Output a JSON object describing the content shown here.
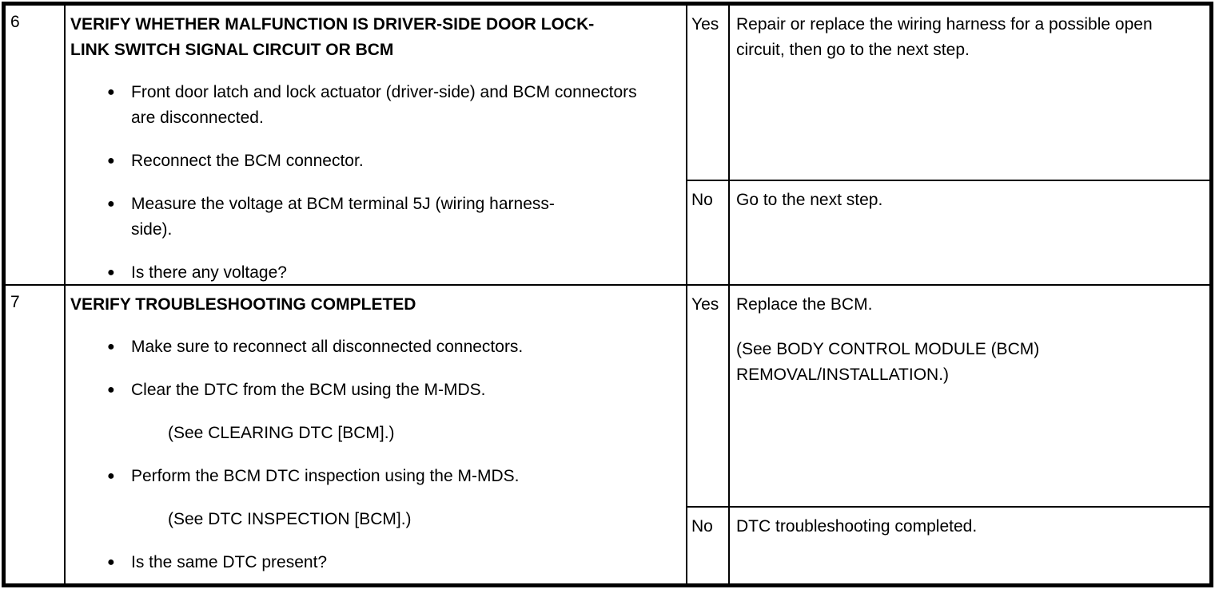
{
  "bullet_glyph": "●",
  "table": {
    "rows": [
      {
        "step": "6",
        "action": {
          "title": "VERIFY WHETHER MALFUNCTION IS DRIVER-SIDE DOOR LOCK-LINK SWITCH SIGNAL CIRCUIT OR BCM",
          "items": [
            {
              "type": "bullet",
              "text": "Front door latch and lock actuator (driver-side) and BCM connectors are disconnected."
            },
            {
              "type": "bullet",
              "text": "Reconnect the BCM connector."
            },
            {
              "type": "bullet",
              "text": "Measure the voltage at BCM terminal 5J (wiring harness-side)."
            },
            {
              "type": "bullet",
              "text": "Is there any voltage?"
            }
          ]
        },
        "branches": [
          {
            "flag": "Yes",
            "result_paragraphs": [
              "Repair or replace the wiring harness for a possible open circuit, then go to the next step."
            ]
          },
          {
            "flag": "No",
            "result_paragraphs": [
              "Go to the next step."
            ]
          }
        ]
      },
      {
        "step": "7",
        "action": {
          "title": "VERIFY TROUBLESHOOTING COMPLETED",
          "items": [
            {
              "type": "bullet",
              "text": "Make sure to reconnect all disconnected connectors."
            },
            {
              "type": "bullet",
              "text": "Clear the DTC from the BCM using the M-MDS."
            },
            {
              "type": "note",
              "text": "(See CLEARING DTC [BCM].)"
            },
            {
              "type": "bullet",
              "text": "Perform the BCM DTC inspection using the M-MDS."
            },
            {
              "type": "note",
              "text": "(See DTC INSPECTION [BCM].)"
            },
            {
              "type": "bullet",
              "text": "Is the same DTC present?"
            }
          ]
        },
        "branches": [
          {
            "flag": "Yes",
            "result_paragraphs": [
              "Replace the BCM.",
              "(See BODY CONTROL MODULE (BCM) REMOVAL/INSTALLATION.)"
            ]
          },
          {
            "flag": "No",
            "result_paragraphs": [
              "DTC troubleshooting completed."
            ]
          }
        ]
      }
    ]
  }
}
